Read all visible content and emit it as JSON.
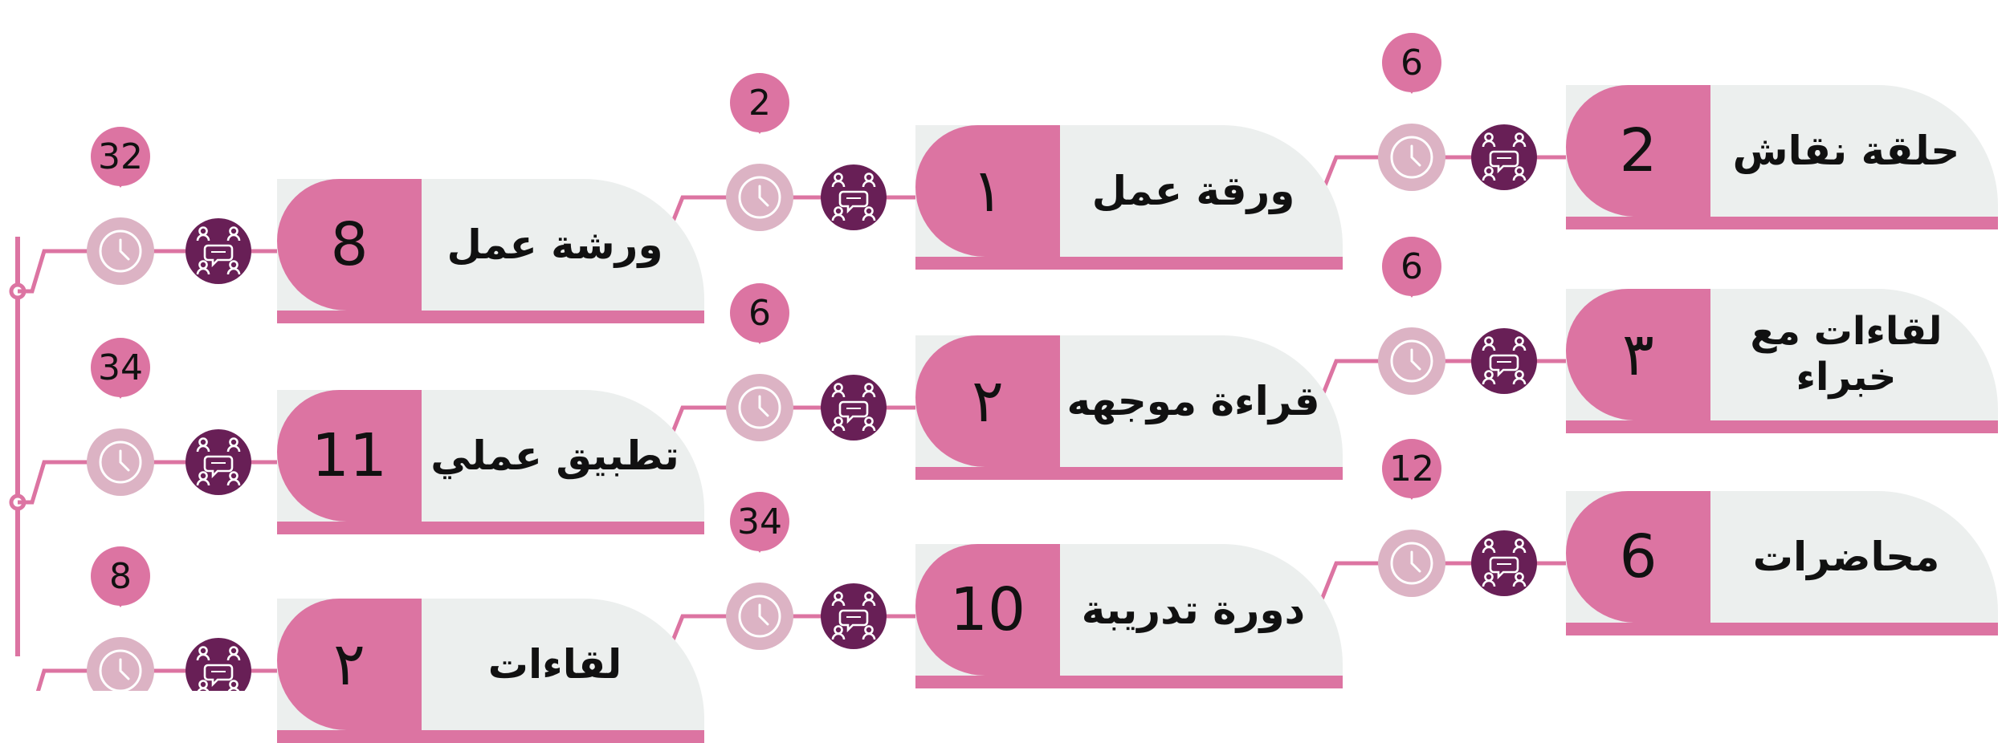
{
  "colors": {
    "accent": "#dc74a2",
    "card_bg": "#ecefee",
    "icon_bg": "#681f56",
    "clock_bg": "#dcb3c4",
    "connector": "#dc74a2"
  },
  "icons": {
    "people": "discussion-group-icon",
    "time": "clock-icon"
  },
  "groups": [
    {
      "items": [
        {
          "label": "ورشة عمل",
          "count": "8",
          "duration": "32"
        },
        {
          "label": "تطبيق عملي",
          "count": "11",
          "duration": "34"
        },
        {
          "label": "لقاءات",
          "count": "٢",
          "duration": "8"
        }
      ]
    },
    {
      "items": [
        {
          "label": "ورقة عمل",
          "count": "١",
          "duration": "2"
        },
        {
          "label": "قراءة موجهه",
          "count": "٢",
          "duration": "6"
        },
        {
          "label": "دورة تدريبة",
          "count": "10",
          "duration": "34"
        }
      ]
    },
    {
      "items": [
        {
          "label": "حلقة نقاش",
          "count": "2",
          "duration": "6"
        },
        {
          "label": "لقاءات مع خبراء",
          "count": "٣",
          "duration": "6"
        },
        {
          "label": "محاضرات",
          "count": "6",
          "duration": "12"
        }
      ]
    }
  ]
}
